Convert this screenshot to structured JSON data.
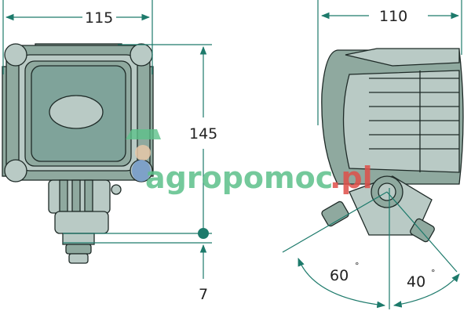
{
  "dimensions": {
    "width": "115",
    "height": "145",
    "bracket": "7",
    "depth": "110",
    "angle_left": "60",
    "angle_right": "40",
    "degree_symbol": "°"
  },
  "watermark": {
    "main": "agropomoc",
    "suffix": ".pl"
  },
  "colors": {
    "body": "#8fa99f",
    "light": "#b9cac5",
    "lens": "#7fa39a",
    "dimension_line": "#1d7a6b",
    "outline": "#1e2a27"
  }
}
